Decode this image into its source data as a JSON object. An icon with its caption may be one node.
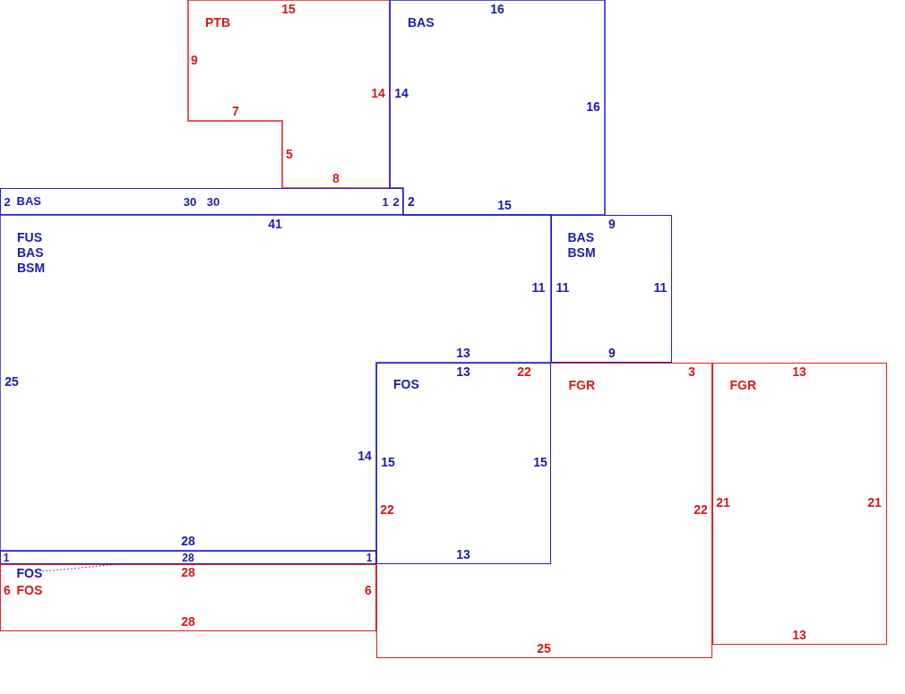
{
  "diagram": {
    "nodes": [
      {
        "text": [
          "PTB"
        ]
      },
      {
        "text": [
          "BAS"
        ]
      },
      {
        "text": [
          "BAS"
        ]
      },
      {
        "text": [
          "FUS",
          "BAS",
          "BSM"
        ]
      },
      {
        "text": [
          "BAS",
          "BSM"
        ]
      },
      {
        "text": [
          "FGR"
        ]
      },
      {
        "text": [
          "FOS"
        ],
        "in": 5
      },
      {
        "text": [
          "FGR"
        ]
      },
      {
        "text": [],
        "shape": "box"
      },
      {
        "text": [
          "FOS"
        ]
      },
      {
        "text": [
          "FOS"
        ],
        "in": 9
      }
    ],
    "edges": [
      {
        "from": 10,
        "to": 8,
        "arrow": "none",
        "style": "dashed"
      }
    ],
    "labels": [
      "15",
      "16",
      "9",
      "14",
      "14",
      "16",
      "7",
      "5",
      "8",
      "2",
      "30",
      "30",
      "1",
      "2",
      "2",
      "15",
      "41",
      "9",
      "11",
      "11",
      "11",
      "13",
      "9",
      "13",
      "22",
      "3",
      "13",
      "25",
      "14",
      "15",
      "15",
      "21",
      "21",
      "22",
      "22",
      "28",
      "1",
      "28",
      "1",
      "13",
      "28",
      "6",
      "6",
      "28",
      "13",
      "25"
    ]
  }
}
